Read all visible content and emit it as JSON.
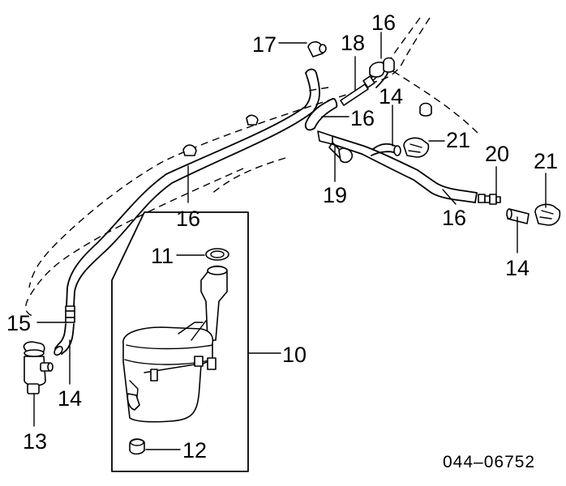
{
  "callouts": [
    {
      "id": "c10",
      "text": "10"
    },
    {
      "id": "c11",
      "text": "11"
    },
    {
      "id": "c12",
      "text": "12"
    },
    {
      "id": "c13",
      "text": "13"
    },
    {
      "id": "c14a",
      "text": "14"
    },
    {
      "id": "c14b",
      "text": "14"
    },
    {
      "id": "c14c",
      "text": "14"
    },
    {
      "id": "c15",
      "text": "15"
    },
    {
      "id": "c16a",
      "text": "16"
    },
    {
      "id": "c16b",
      "text": "16"
    },
    {
      "id": "c16c",
      "text": "16"
    },
    {
      "id": "c16d",
      "text": "16"
    },
    {
      "id": "c17",
      "text": "17"
    },
    {
      "id": "c18",
      "text": "18"
    },
    {
      "id": "c19",
      "text": "19"
    },
    {
      "id": "c20",
      "text": "20"
    },
    {
      "id": "c21a",
      "text": "21"
    },
    {
      "id": "c21b",
      "text": "21"
    }
  ],
  "diagram_code": "044–06752"
}
